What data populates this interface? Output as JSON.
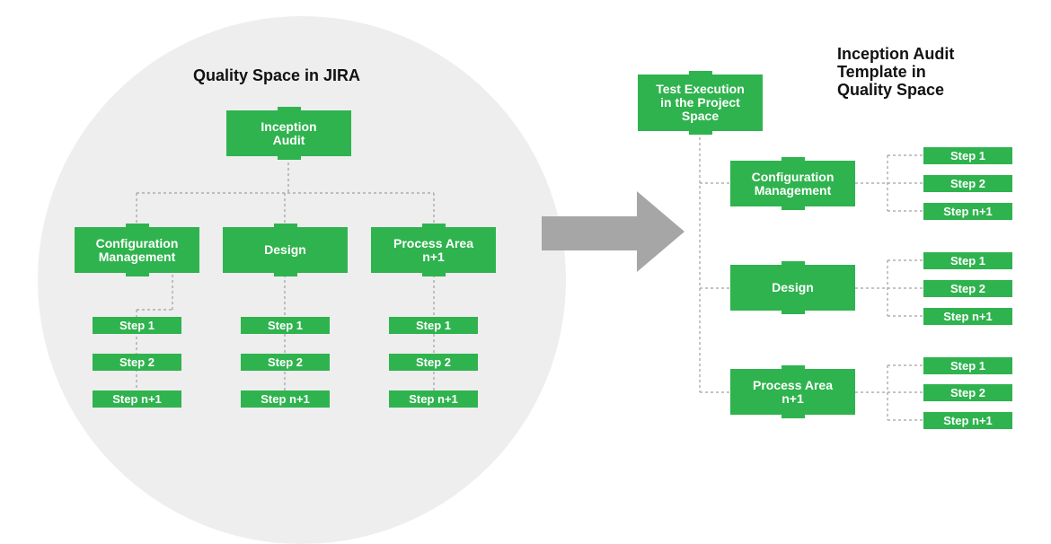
{
  "left_panel": {
    "title": "Quality Space in JIRA",
    "root": "Inception\nAudit",
    "areas": [
      {
        "label": "Configuration\nManagement",
        "steps": [
          "Step 1",
          "Step 2",
          "Step n+1"
        ]
      },
      {
        "label": "Design",
        "steps": [
          "Step 1",
          "Step 2",
          "Step n+1"
        ]
      },
      {
        "label": "Process Area\nn+1",
        "steps": [
          "Step 1",
          "Step 2",
          "Step n+1"
        ]
      }
    ]
  },
  "right_panel": {
    "title": "Inception Audit\nTemplate in\nQuality Space",
    "root": "Test Execution\nin the Project\nSpace",
    "areas": [
      {
        "label": "Configuration\nManagement",
        "steps": [
          "Step 1",
          "Step 2",
          "Step n+1"
        ]
      },
      {
        "label": "Design",
        "steps": [
          "Step 1",
          "Step 2",
          "Step n+1"
        ]
      },
      {
        "label": "Process Area\nn+1",
        "steps": [
          "Step 1",
          "Step 2",
          "Step n+1"
        ]
      }
    ]
  },
  "colors": {
    "box": "#2fb34e",
    "circle": "#eeeeee",
    "arrow": "#a6a6a6",
    "connector": "#a0a0a0"
  }
}
